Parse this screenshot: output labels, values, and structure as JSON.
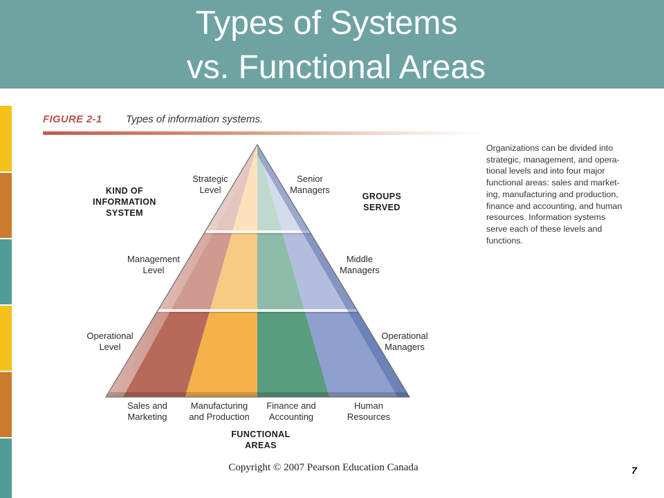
{
  "slide": {
    "title_line1": "Types of Systems",
    "title_line2": "vs. Functional Areas",
    "page_number": "7",
    "copyright": "Copyright © 2007 Pearson Education Canada",
    "colors": {
      "title_bar": "#6ea3a2",
      "strip_gold": "#f5c21b",
      "strip_orange": "#cc7a2e",
      "strip_teal": "#4f9b96"
    }
  },
  "figure": {
    "number": "FIGURE 2-1",
    "caption": "Types of information systems.",
    "description": "Organizations can be divided into strategic, management, and opera-tional levels and into four major functional areas: sales and market-ing, manufacturing and production, finance and accounting, and human resources. Information systems serve each of these levels and functions."
  },
  "pyramid": {
    "system_heading": "KIND OF\nINFORMATION\nSYSTEM",
    "groups_heading": "GROUPS\nSERVED",
    "functional_heading": "FUNCTIONAL\nAREAS",
    "system_levels": [
      "Strategic\nLevel",
      "Management\nLevel",
      "Operational\nLevel"
    ],
    "groups_served": [
      "Senior\nManagers",
      "Middle\nManagers",
      "Operational\nManagers"
    ],
    "functional_areas": [
      "Sales and\nMarketing",
      "Manufacturing\nand Production",
      "Finance and\nAccounting",
      "Human\nResources"
    ],
    "area_colors": [
      "#b86a5a",
      "#f6b24a",
      "#5a9c80",
      "#8fa0cf"
    ]
  }
}
